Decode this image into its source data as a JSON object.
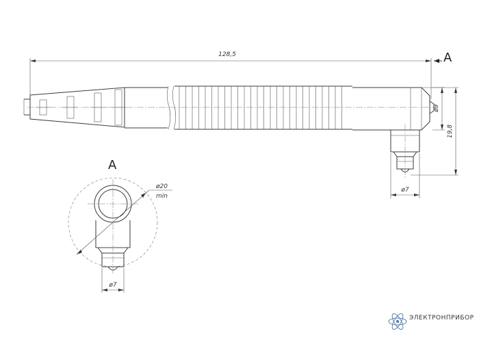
{
  "dimensions": {
    "overall_length": "128,5",
    "tip_diameter": "ø9",
    "height": "19,8",
    "foot_diameter": "ø7",
    "view_foot_diameter": "ø7",
    "circle_diameter": "ø20",
    "circle_qualifier": "min"
  },
  "view": {
    "arrow_label": "A",
    "section_label": "A"
  },
  "brand": {
    "name": "ЭЛЕКТРОНПРИБОР",
    "logo_icon": "atom-icon"
  }
}
